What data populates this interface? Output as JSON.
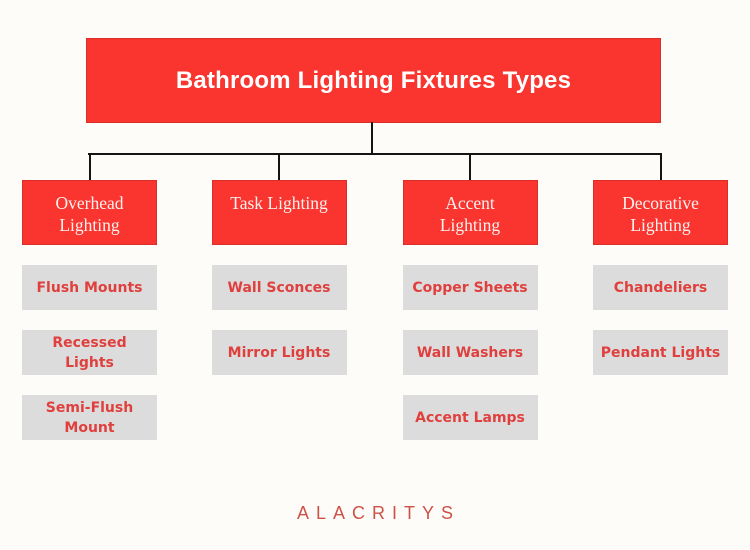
{
  "title": {
    "text": "Bathroom Lighting Fixtures Types"
  },
  "categories": [
    {
      "label": "Overhead Lighting",
      "items": [
        "Flush Mounts",
        "Recessed Lights",
        "Semi-Flush Mount"
      ]
    },
    {
      "label": "Task Lighting",
      "items": [
        "Wall Sconces",
        "Mirror Lights"
      ]
    },
    {
      "label": "Accent Lighting",
      "items": [
        "Copper Sheets",
        "Wall Washers",
        "Accent Lamps"
      ]
    },
    {
      "label": "Decorative Lighting",
      "items": [
        "Chandeliers",
        "Pendant Lights"
      ]
    }
  ],
  "footer": {
    "brand": "ALACRITYS"
  },
  "colors": {
    "background": "#fdfcf8",
    "node_red": "#fa342e",
    "node_red_border": "#da2f29",
    "node_gray": "#dcdcdc",
    "title_text": "#ffffff",
    "category_text": "#fbf1ef",
    "item_text_red": "#e0403d",
    "connector": "#141414",
    "footer_text": "#cc5247"
  }
}
